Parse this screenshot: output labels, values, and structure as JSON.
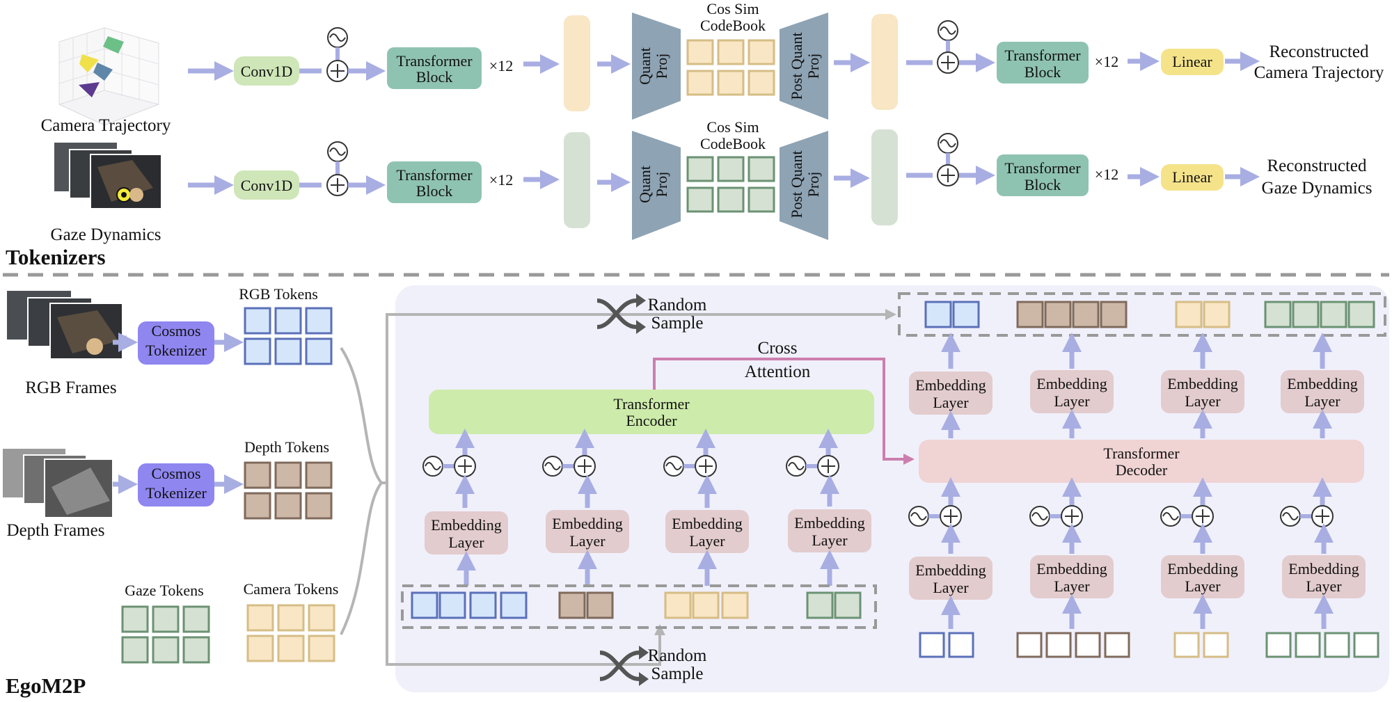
{
  "sections": {
    "tokenizers_title": "Tokenizers",
    "egom2p_title": "EgoM2P"
  },
  "tokenizers": {
    "camera_row": {
      "input_label": "Camera Trajectory",
      "conv": "Conv1D",
      "transformer_line1": "Transformer",
      "transformer_line2": "Block",
      "repeat": "×12",
      "quant_line1": "Quant",
      "quant_line2": "Proj",
      "codebook_line1": "Cos Sim",
      "codebook_line2": "CodeBook",
      "post_quant_line1": "Post Quant",
      "post_quant_line2": "Proj",
      "transformer2_line1": "Transformer",
      "transformer2_line2": "Block",
      "repeat2": "×12",
      "linear": "Linear",
      "output_line1": "Reconstructed",
      "output_line2": "Camera Trajectory"
    },
    "gaze_row": {
      "input_label": "Gaze Dynamics",
      "conv": "Conv1D",
      "transformer_line1": "Transformer",
      "transformer_line2": "Block",
      "repeat": "×12",
      "quant_line1": "Quant",
      "quant_line2": "Proj",
      "codebook_line1": "Cos Sim",
      "codebook_line2": "CodeBook",
      "post_quant_line1": "Post Quant",
      "post_quant_line2": "Proj",
      "transformer2_line1": "Transformer",
      "transformer2_line2": "Block",
      "repeat2": "×12",
      "linear": "Linear",
      "output_line1": "Reconstructed",
      "output_line2": "Gaze Dynamics"
    }
  },
  "egom2p": {
    "rgb_frames": "RGB Frames",
    "depth_frames": "Depth Frames",
    "cosmos_line1": "Cosmos",
    "cosmos_line2": "Tokenizer",
    "rgb_tokens": "RGB Tokens",
    "depth_tokens": "Depth Tokens",
    "gaze_tokens": "Gaze Tokens",
    "camera_tokens": "Camera Tokens",
    "random_sample_line1": "Random",
    "random_sample_line2": "Sample",
    "cross_attention_line1": "Cross",
    "cross_attention_line2": "Attention",
    "encoder_line1": "Transformer",
    "encoder_line2": "Encoder",
    "decoder_line1": "Transformer",
    "decoder_line2": "Decoder",
    "embedding_line1": "Embedding",
    "embedding_line2": "Layer"
  },
  "colors": {
    "arrow": "#a8aee2",
    "conv_fill": "#cfe6b8",
    "transformer_block_fill": "#8fc3b1",
    "quant_fill": "#8ea3b3",
    "linear_fill": "#f5e38a",
    "cosmos_fill": "#8f86f0",
    "encoder_fill": "#cdebaa",
    "decoder_fill": "#f0d3d3",
    "embedding_fill": "#e3cccd",
    "panel_fill": "#f0f0fb",
    "rgb_token": "#d5e6fb",
    "rgb_border": "#5a70b8",
    "depth_token": "#cdb8a8",
    "depth_border": "#7f6a5b",
    "camera_token": "#f8e6c4",
    "camera_border": "#d6bd86",
    "gaze_token": "#d5e1d3",
    "gaze_border": "#6b9273",
    "cross_attention_line": "#cc7fae"
  }
}
